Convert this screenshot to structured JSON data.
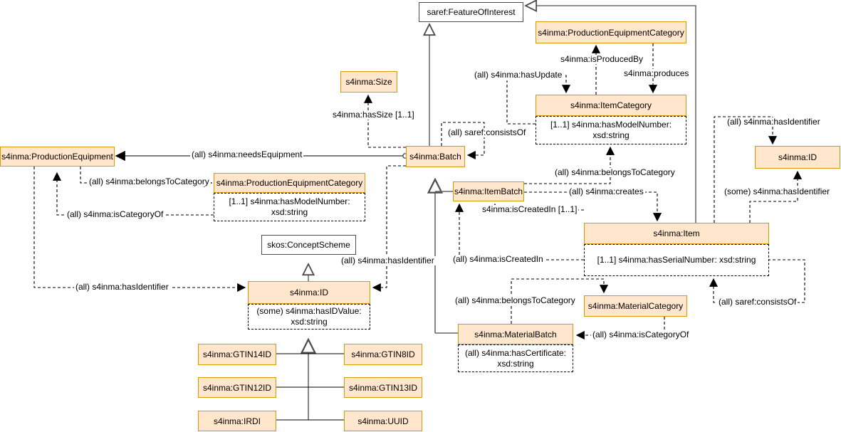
{
  "colors": {
    "node_fill": "#FFE6CC",
    "node_border": "#D79B00",
    "dashed_line": "#000000",
    "generalization_line": "#666666"
  },
  "nodes": {
    "feature_of_interest": {
      "label": "saref:FeatureOfInterest"
    },
    "production_equipment_category_top": {
      "label": "s4inma:ProductionEquipmentCategory"
    },
    "size": {
      "label": "s4inma:Size"
    },
    "item_category": {
      "label": "s4inma:ItemCategory",
      "attribute": "[1..1] s4inma:hasModelNumber: xsd:string"
    },
    "production_equipment": {
      "label": "s4inma:ProductionEquipment"
    },
    "batch": {
      "label": "s4inma:Batch"
    },
    "production_equipment_category": {
      "label": "s4inma:ProductionEquipmentCategory",
      "attribute": "[1..1] s4inma:hasModelNumber: xsd:string"
    },
    "item_batch": {
      "label": "s4inma:ItemBatch"
    },
    "item": {
      "label": "s4inma:Item",
      "attribute": "[1..1] s4inma:hasSerialNumber: xsd:string"
    },
    "id_right": {
      "label": "s4inma:ID"
    },
    "concept_scheme": {
      "label": "skos:ConceptScheme"
    },
    "id": {
      "label": "s4inma:ID",
      "attribute": "(some) s4inma:hasIDValue: xsd:string"
    },
    "material_category": {
      "label": "s4inma:MaterialCategory"
    },
    "material_batch": {
      "label": "s4inma:MaterialBatch",
      "attribute": "(all) s4inma:hasCertificate: xsd:string"
    },
    "gtin14": {
      "label": "s4inma:GTIN14ID"
    },
    "gtin8": {
      "label": "s4inma:GTIN8ID"
    },
    "gtin12": {
      "label": "s4inma:GTIN12ID"
    },
    "gtin13": {
      "label": "s4inma:GTIN13ID"
    },
    "irdi": {
      "label": "s4inma:IRDI"
    },
    "uuid": {
      "label": "s4inma:UUID"
    }
  },
  "edge_labels": {
    "has_update": "(all) s4inma:hasUpdate",
    "is_produced_by": "s4inma:isProducedBy",
    "produces": "s4inma:produces",
    "has_size": "s4inma:hasSize [1..1]",
    "consists_of_batch": "(all) saref:consistsOf",
    "needs_equipment": "(all) s4inma:needsEquipment",
    "belongs_to_category_pe": "(all) s4inma:belongsToCategory",
    "is_category_of_pe": "(all) s4inma:isCategoryOf",
    "has_identifier_pe": "(all) s4inma:hasIdentifier",
    "has_identifier_batch": "(all) s4inma:hasIdentifier",
    "belongs_to_category_item": "(all) s4inma:belongsToCategory",
    "creates": "(all) s4inma:creates",
    "is_created_in_11": "s4inma:isCreatedIn [1..1]",
    "is_created_in_all": "(all) s4inma:isCreatedIn",
    "has_identifier_all_item": "(all) s4inma:hasIdentifier",
    "has_identifier_some_item": "(some) s4inma:hasIdentifier",
    "consists_of_item": "(all) saref:consistsOf",
    "belongs_to_category_mat": "(all) s4inma:belongsToCategory",
    "is_category_of_mat": "(all) s4inma:isCategoryOf"
  }
}
